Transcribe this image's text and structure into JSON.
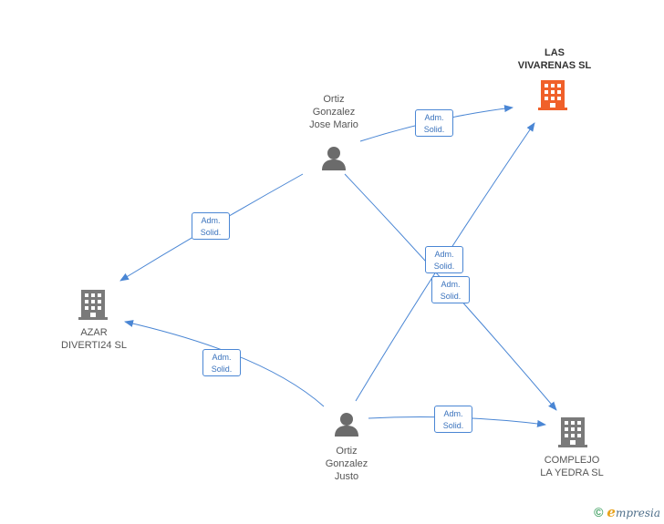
{
  "colors": {
    "edge": "#4a86d4",
    "person": "#6b6b6b",
    "company": "#7a7a7a",
    "highlight": "#f0602a"
  },
  "nodes": {
    "ortiz_jose_mario": {
      "lines": [
        "Ortiz",
        "Gonzalez",
        "Jose Mario"
      ],
      "kind": "person",
      "icon": "person-icon"
    },
    "las_vivarenas": {
      "lines": [
        "LAS",
        "VIVARENAS SL"
      ],
      "kind": "company",
      "icon": "building-icon",
      "highlight": true
    },
    "azar_diverti24": {
      "lines": [
        "AZAR",
        "DIVERTI24  SL"
      ],
      "kind": "company",
      "icon": "building-icon"
    },
    "ortiz_justo": {
      "lines": [
        "Ortiz",
        "Gonzalez",
        "Justo"
      ],
      "kind": "person",
      "icon": "person-icon"
    },
    "complejo_la_yedra": {
      "lines": [
        "COMPLEJO",
        "LA YEDRA SL"
      ],
      "kind": "company",
      "icon": "building-icon"
    }
  },
  "edges": [
    {
      "from": "ortiz_jose_mario",
      "to": "las_vivarenas",
      "label": [
        "Adm.",
        "Solid."
      ]
    },
    {
      "from": "ortiz_jose_mario",
      "to": "azar_diverti24",
      "label": [
        "Adm.",
        "Solid."
      ]
    },
    {
      "from": "ortiz_jose_mario",
      "to": "complejo_la_yedra",
      "label": [
        "Adm.",
        "Solid."
      ]
    },
    {
      "from": "ortiz_justo",
      "to": "las_vivarenas",
      "label": [
        "Adm.",
        "Solid."
      ]
    },
    {
      "from": "ortiz_justo",
      "to": "azar_diverti24",
      "label": [
        "Adm.",
        "Solid."
      ]
    },
    {
      "from": "ortiz_justo",
      "to": "complejo_la_yedra",
      "label": [
        "Adm.",
        "Solid."
      ]
    }
  ],
  "footer": {
    "copyright": "©",
    "brand_initial": "e",
    "brand_rest": "mpresia"
  }
}
